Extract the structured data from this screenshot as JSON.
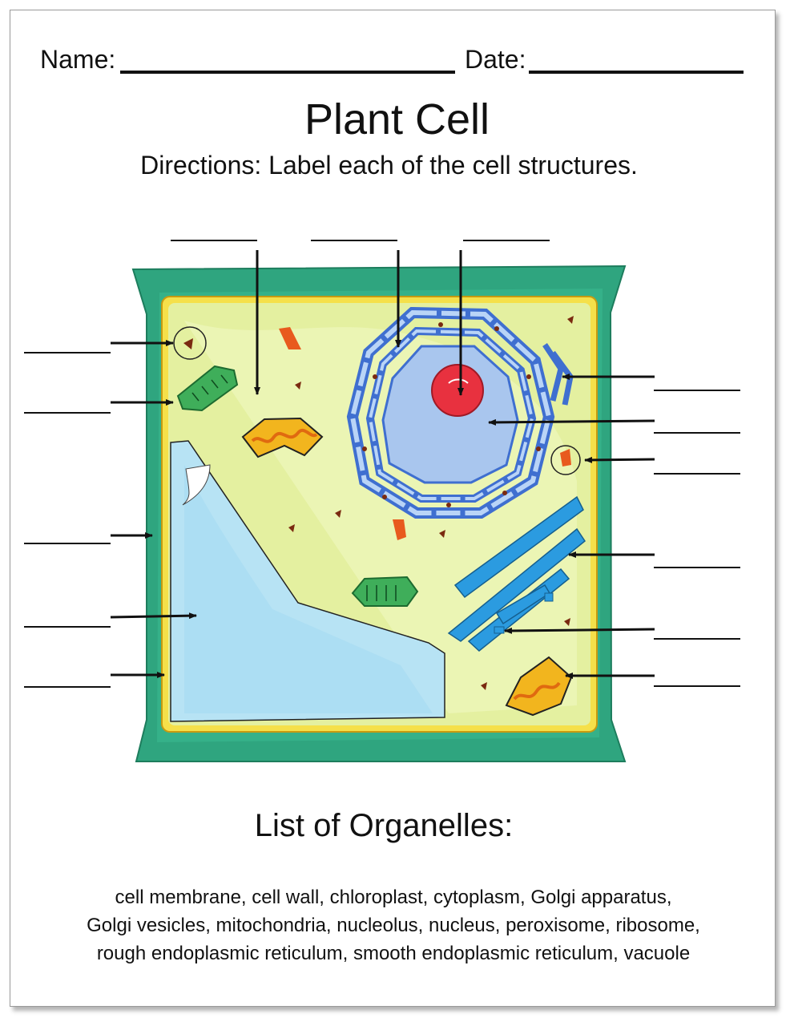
{
  "header": {
    "name_label": "Name:",
    "date_label": "Date:"
  },
  "title": "Plant Cell",
  "directions": "Directions: Label each of the cell structures.",
  "organelle_list": {
    "title": "List of Organelles:",
    "lines": [
      "cell membrane, cell wall, chloroplast, cytoplasm, Golgi apparatus,",
      "Golgi vesicles, mitochondria, nucleolus, nucleus, peroxisome, ribosome,",
      "rough endoplasmic reticulum, smooth endoplasmic reticulum, vacuole"
    ]
  },
  "colors": {
    "cell_wall": "#2fa57f",
    "cytoplasm": "#e4f0a0",
    "membrane": "#e8c51a",
    "vacuole": "#b7e3f4",
    "nucleus": "#a9c6ee",
    "nucleolus": "#e8313f",
    "er": "#5a8fe0",
    "smooth_er": "#2b9be0",
    "chloroplast": "#3fae5a",
    "mitochondria": "#f2b51e",
    "peroxisome": "#e85a1e",
    "ribosome": "#7a2a10"
  }
}
